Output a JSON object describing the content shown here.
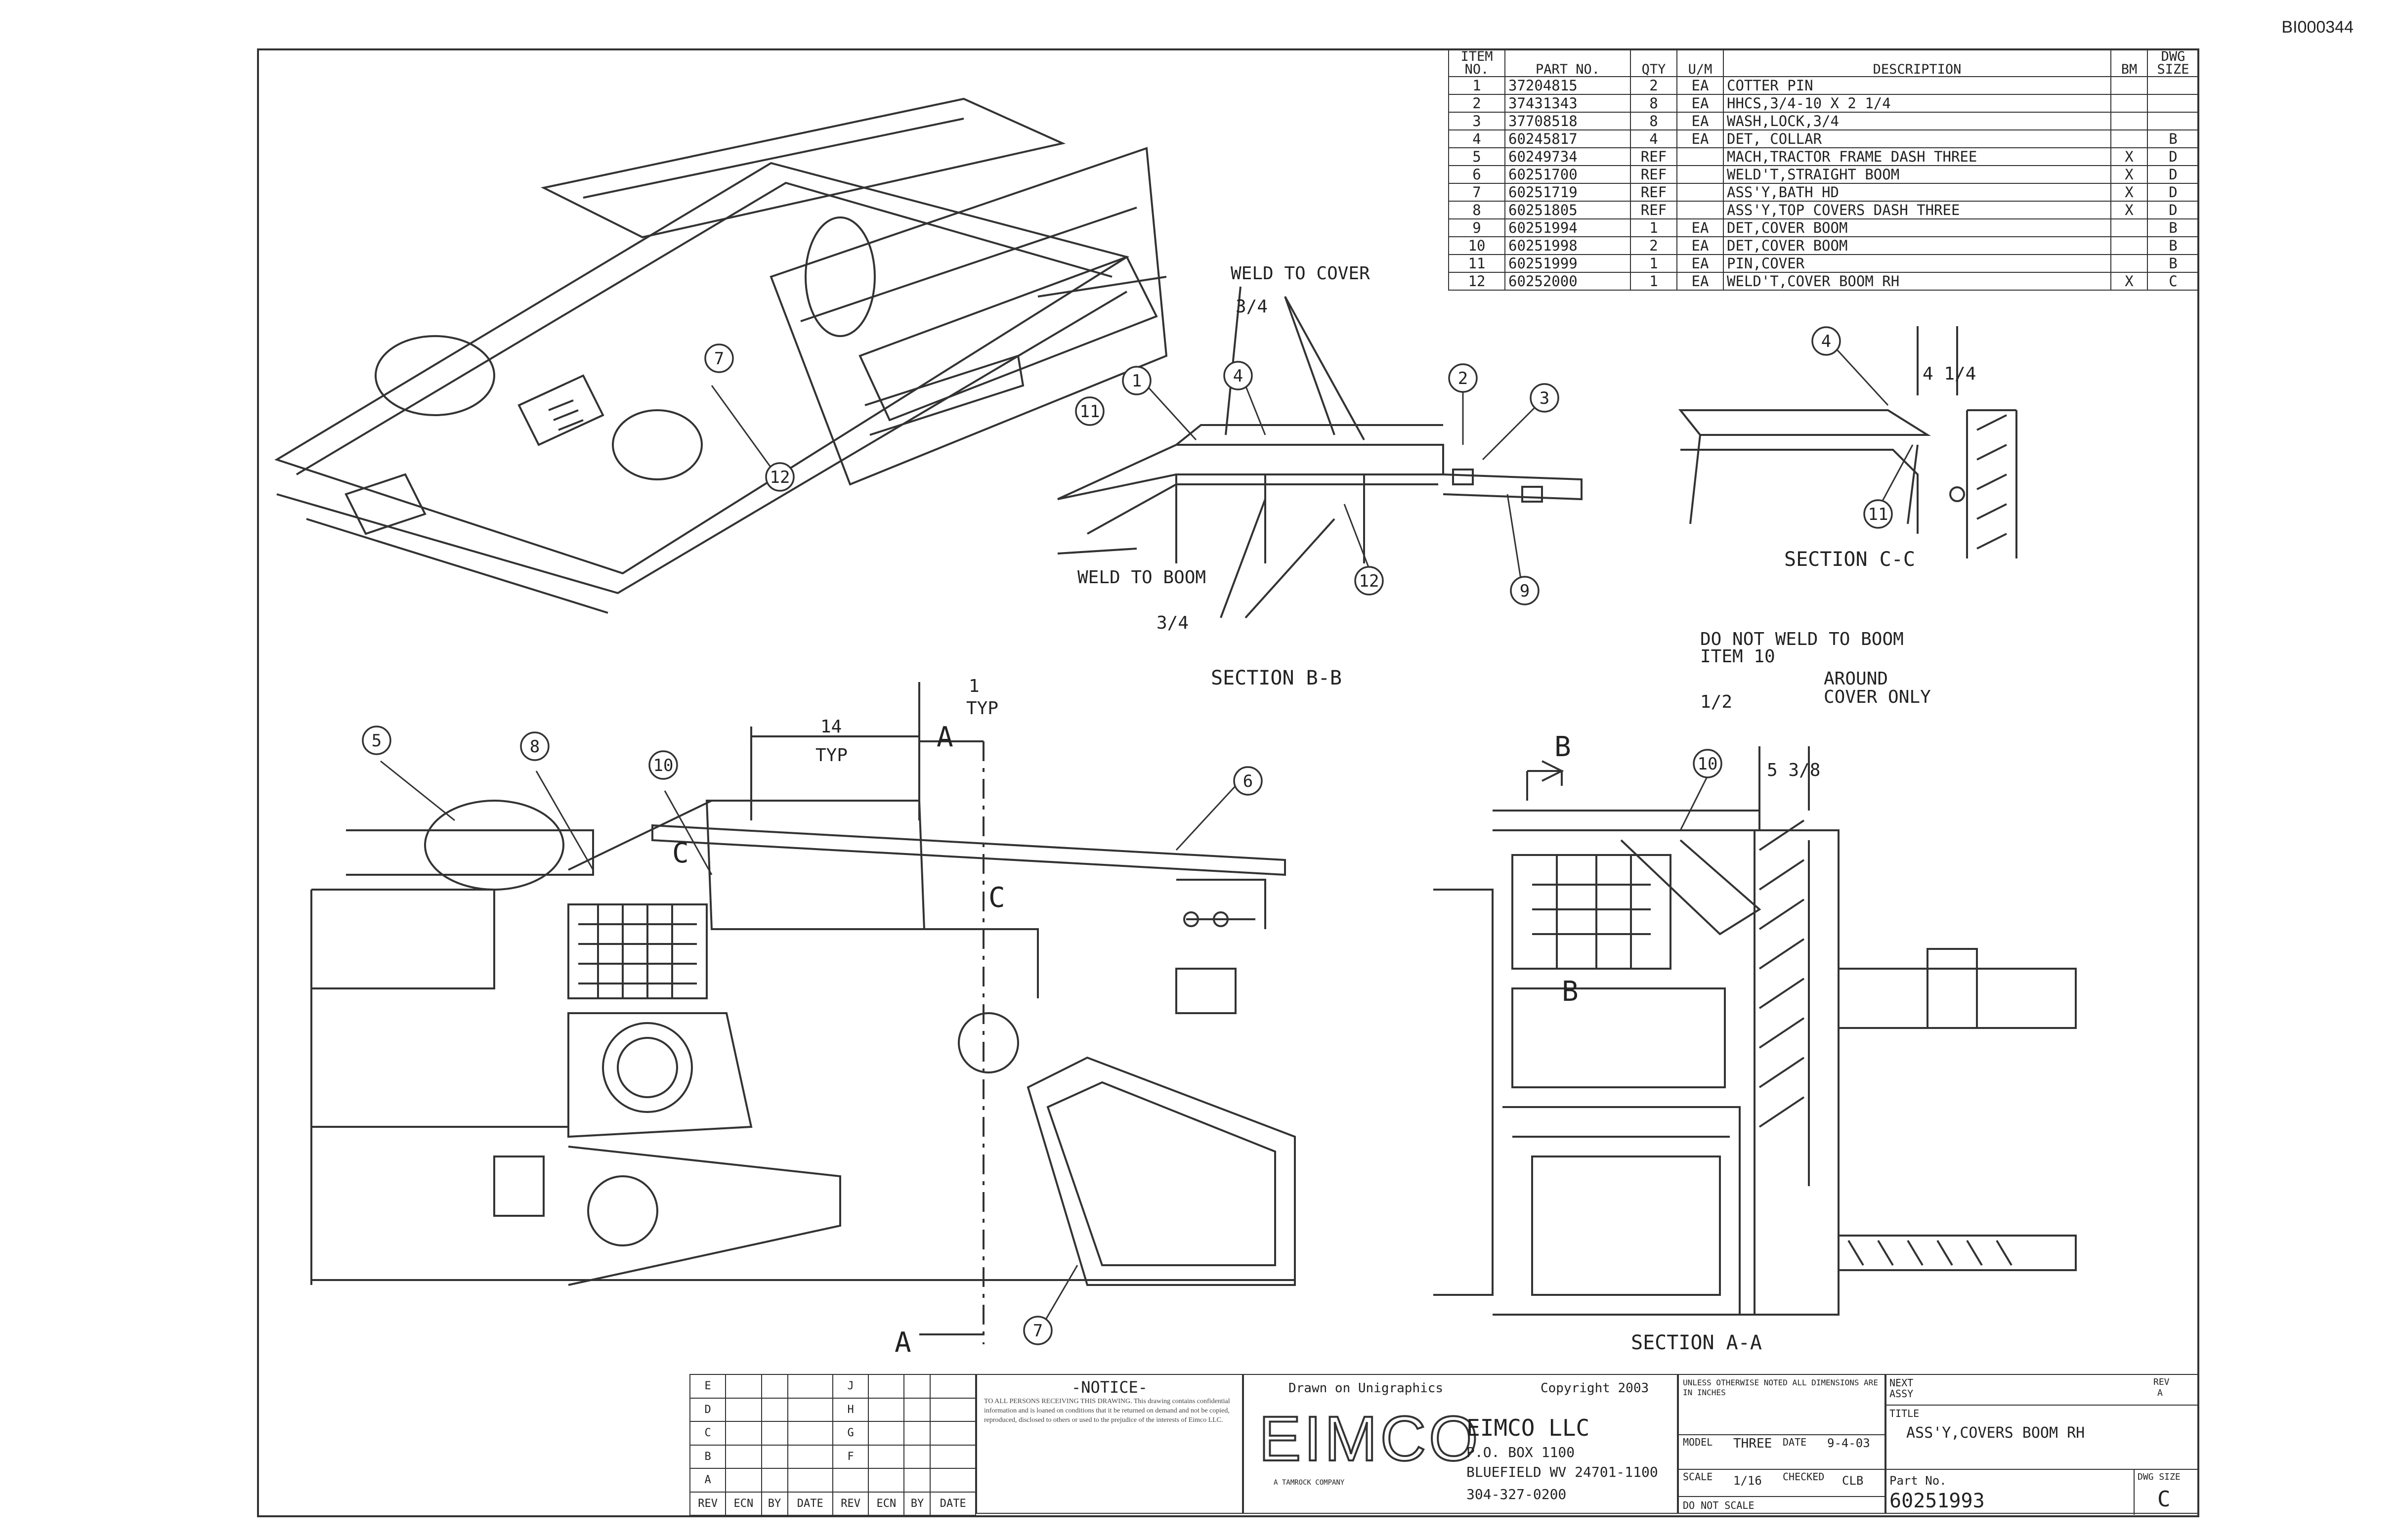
{
  "bates_number": "BI000344",
  "bom": {
    "headers": {
      "item_top": "ITEM",
      "item_bottom": "NO.",
      "part_no": "PART NO.",
      "qty": "QTY",
      "um": "U/M",
      "description": "DESCRIPTION",
      "bm": "BM",
      "dwg_top": "DWG",
      "dwg_bottom": "SIZE"
    },
    "rows": [
      {
        "item": "1",
        "part": "37204815",
        "qty": "2",
        "um": "EA",
        "desc": "COTTER PIN",
        "bm": "",
        "size": ""
      },
      {
        "item": "2",
        "part": "37431343",
        "qty": "8",
        "um": "EA",
        "desc": "HHCS,3/4-10 X 2 1/4",
        "bm": "",
        "size": ""
      },
      {
        "item": "3",
        "part": "37708518",
        "qty": "8",
        "um": "EA",
        "desc": "WASH,LOCK,3/4",
        "bm": "",
        "size": ""
      },
      {
        "item": "4",
        "part": "60245817",
        "qty": "4",
        "um": "EA",
        "desc": "DET, COLLAR",
        "bm": "",
        "size": "B"
      },
      {
        "item": "5",
        "part": "60249734",
        "qty": "REF",
        "um": "",
        "desc": "MACH,TRACTOR FRAME DASH THREE",
        "bm": "X",
        "size": "D"
      },
      {
        "item": "6",
        "part": "60251700",
        "qty": "REF",
        "um": "",
        "desc": "WELD'T,STRAIGHT BOOM",
        "bm": "X",
        "size": "D"
      },
      {
        "item": "7",
        "part": "60251719",
        "qty": "REF",
        "um": "",
        "desc": "ASS'Y,BATH HD",
        "bm": "X",
        "size": "D"
      },
      {
        "item": "8",
        "part": "60251805",
        "qty": "REF",
        "um": "",
        "desc": "ASS'Y,TOP COVERS DASH THREE",
        "bm": "X",
        "size": "D"
      },
      {
        "item": "9",
        "part": "60251994",
        "qty": "1",
        "um": "EA",
        "desc": "DET,COVER BOOM",
        "bm": "",
        "size": "B"
      },
      {
        "item": "10",
        "part": "60251998",
        "qty": "2",
        "um": "EA",
        "desc": "DET,COVER BOOM",
        "bm": "",
        "size": "B"
      },
      {
        "item": "11",
        "part": "60251999",
        "qty": "1",
        "um": "EA",
        "desc": "PIN,COVER",
        "bm": "",
        "size": "B"
      },
      {
        "item": "12",
        "part": "60252000",
        "qty": "1",
        "um": "EA",
        "desc": "WELD'T,COVER BOOM RH",
        "bm": "X",
        "size": "C"
      }
    ]
  },
  "notes": {
    "weld_to_cover": "WELD TO COVER",
    "weld_to_boom": "WELD TO BOOM",
    "weld_size_a": "3/4",
    "weld_size_b": "3/4",
    "section_bb": "SECTION B-B",
    "section_cc": "SECTION C-C",
    "section_aa": "SECTION A-A",
    "do_not_weld_1": "DO NOT WELD TO BOOM",
    "do_not_weld_2": "ITEM 10",
    "around_1": "AROUND",
    "around_2": "COVER ONLY",
    "weld_half": "1/2",
    "dim_14": "14",
    "dim_typ_a": "TYP",
    "dim_1": "1",
    "dim_typ_b": "TYP",
    "dim_4_1_4": "4 1/4",
    "dim_5_3_8": "5 3/8",
    "cut_a": "A",
    "cut_b": "B",
    "cut_c": "C"
  },
  "balloons": [
    "1",
    "2",
    "3",
    "4",
    "5",
    "6",
    "7",
    "8",
    "9",
    "10",
    "11",
    "12"
  ],
  "title_block": {
    "rev_letters_left": [
      "E",
      "D",
      "C",
      "B",
      "A"
    ],
    "rev_letters_right": [
      "J",
      "H",
      "G",
      "F"
    ],
    "rev_headers": [
      "REV",
      "ECN",
      "BY",
      "DATE",
      "REV",
      "ECN",
      "BY",
      "DATE"
    ],
    "notice_title": "-NOTICE-",
    "notice_body": "TO ALL PERSONS RECEIVING THIS DRAWING. This drawing contains confidential information and is loaned on conditions that it be returned on demand and not be copied, reproduced, disclosed to others or used to the prejudice of the interests of Eimco LLC.",
    "drawn_on": "Drawn on Unigraphics",
    "copyright": "Copyright 2003",
    "logo": "EIMCO",
    "logo_sub": "A TAMROCK COMPANY",
    "company": "EIMCO LLC",
    "address_1": "P.O. BOX 1100",
    "address_2": "BLUEFIELD WV 24701-1100",
    "phone": "304-327-0200",
    "tolerance_note": "UNLESS OTHERWISE NOTED ALL DIMENSIONS ARE IN INCHES",
    "model_label": "MODEL",
    "model_value": "THREE",
    "date_label": "DATE",
    "date_value": "9-4-03",
    "scale_label": "SCALE",
    "scale_value": "1/16",
    "checked_label": "CHECKED",
    "checked_value": "CLB",
    "do_not_scale": "DO NOT SCALE",
    "next_label": "NEXT",
    "next_value": "ASSY",
    "title_label": "TITLE",
    "title_value": "ASS'Y,COVERS BOOM RH",
    "part_label": "Part No.",
    "part_value": "60251993",
    "size_label": "DWG SIZE",
    "size_value": "C",
    "rev_label": "REV",
    "rev_value": "A"
  }
}
